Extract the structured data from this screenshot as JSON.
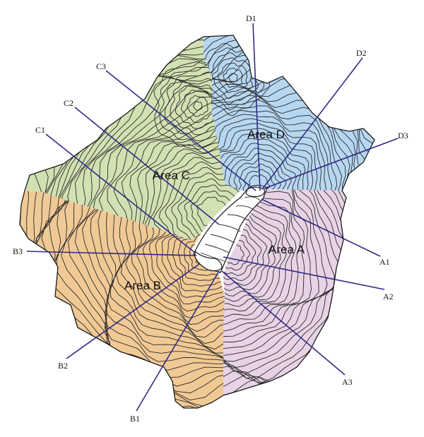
{
  "colors": {
    "area_a": "#e8d3e6",
    "area_b": "#f1c995",
    "area_c": "#d2e1b2",
    "area_d": "#b7d7f1",
    "line": "#2e2a85"
  },
  "areas": {
    "a": "Area A",
    "b": "Area B",
    "c": "Area C",
    "d": "Area D"
  },
  "lines": {
    "a1": "A1",
    "a2": "A2",
    "a3": "A3",
    "b1": "B1",
    "b2": "B2",
    "b3": "B3",
    "c1": "C1",
    "c2": "C2",
    "c3": "C3",
    "d1": "D1",
    "d2": "D2",
    "d3": "D3"
  }
}
